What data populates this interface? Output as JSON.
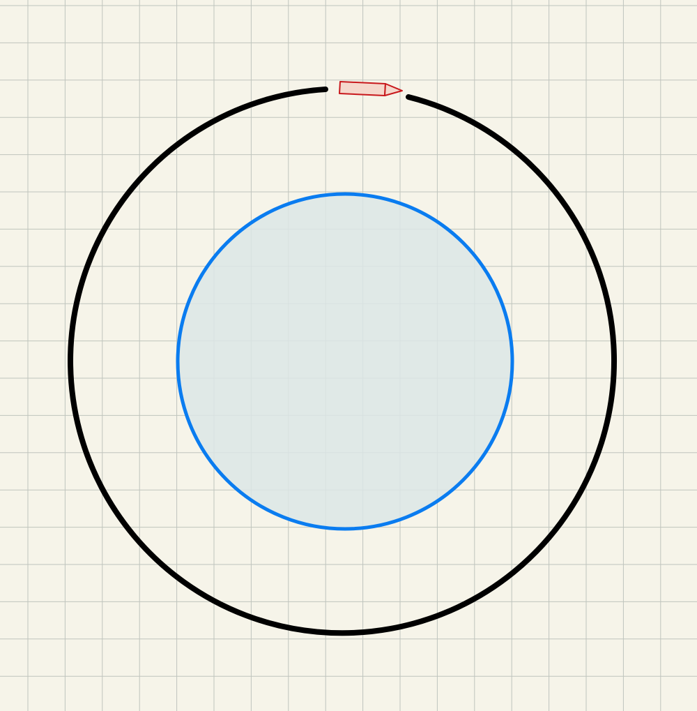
{
  "canvas": {
    "background_color": "#f6f4e9",
    "grid_color": "#bfc4bd",
    "grid": true
  },
  "outer_circle": {
    "stroke_color": "#000000",
    "gap_at": "top",
    "style": "open arc"
  },
  "inner_circle": {
    "stroke_color": "#0a7cf0",
    "fill_color": "#dce6e6",
    "fill_opacity": 0.85
  },
  "pencil": {
    "stroke_color": "#c8181c",
    "fill_color": "#f5d8cc",
    "icon": "pencil-icon",
    "state": "drawing outer arc"
  }
}
